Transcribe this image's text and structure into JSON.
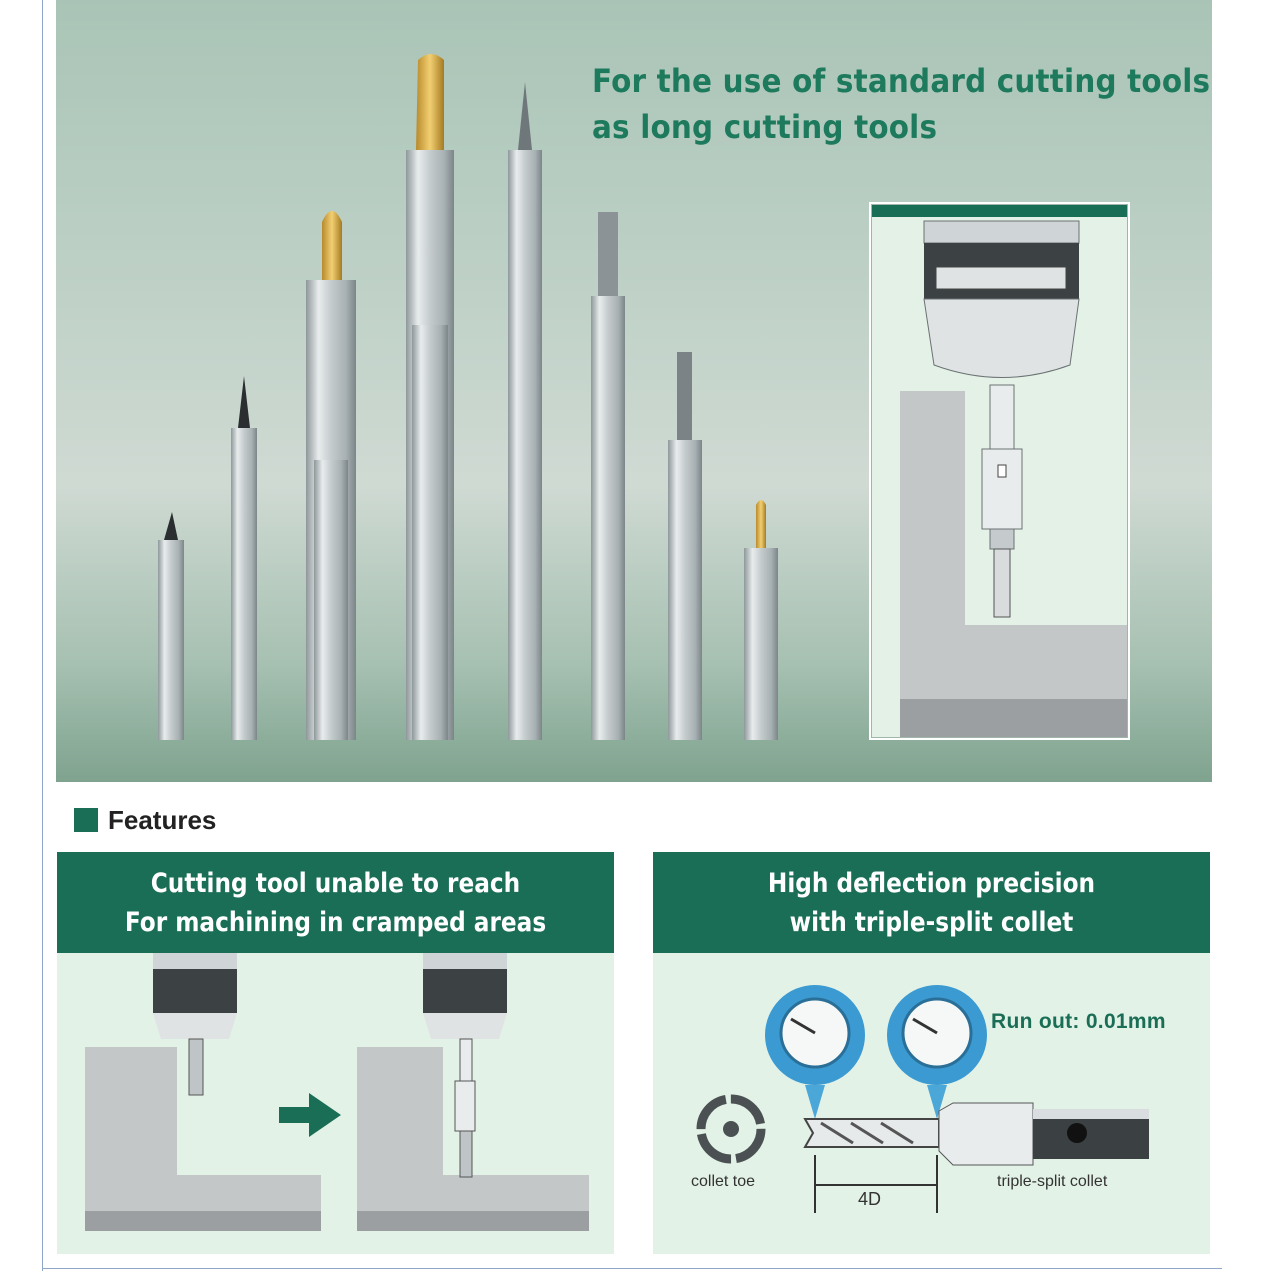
{
  "hero": {
    "title_line1": "For the use of standard cutting tools",
    "title_line2": "as long cutting tools"
  },
  "features": {
    "heading": "Features"
  },
  "panel_left": {
    "title_line1": "Cutting tool unable to reach",
    "title_line2": "For machining in cramped areas"
  },
  "panel_right": {
    "title_line1": "High deflection precision",
    "title_line2": "with triple-split collet",
    "runout_label": "Run out: 0.01mm",
    "collet_toe_label": "collet toe",
    "collet_label": "triple-split collet",
    "length_label": "4D"
  },
  "colors": {
    "accent": "#1a6e56",
    "title_green": "#1e7a5d",
    "panel_bg": "#e3f2e7"
  },
  "icons": [
    "chuck-icon",
    "arrow-right-icon",
    "dial-gauge-icon",
    "collet-toe-icon"
  ]
}
